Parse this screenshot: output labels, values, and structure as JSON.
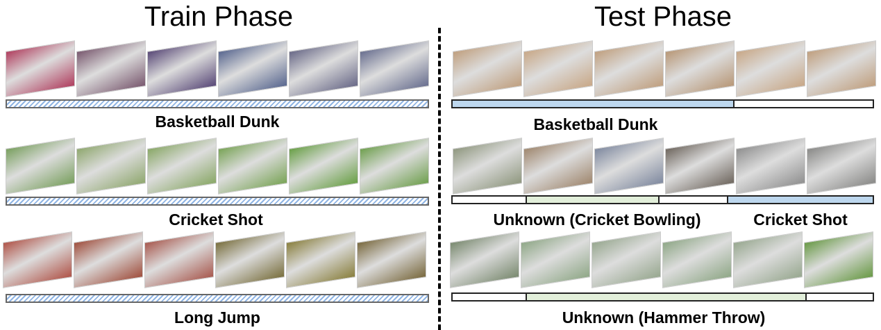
{
  "train": {
    "title": "Train Phase",
    "rows": [
      {
        "label": "Basketball Dunk",
        "frame_colors": [
          "#b04060",
          "#7a5a70",
          "#5a4a78",
          "#5a6890",
          "#6a6a88",
          "#6a7090"
        ]
      },
      {
        "label": "Cricket Shot",
        "frame_colors": [
          "#7aa060",
          "#90a870",
          "#8aa868",
          "#7aa458",
          "#6aa048",
          "#70a050"
        ]
      },
      {
        "label": "Long Jump",
        "frame_colors": [
          "#b0554a",
          "#a0503f",
          "#a85a50",
          "#7a7040",
          "#8a8040",
          "#7a6a40"
        ]
      }
    ]
  },
  "test": {
    "title": "Test Phase",
    "rows": [
      {
        "labels": [
          "Basketball Dunk"
        ],
        "frame_colors": [
          "#c0a080",
          "#c8a888",
          "#c0a080",
          "#b89878",
          "#c8a888",
          "#c0a080"
        ],
        "segments": [
          {
            "fraction": 0.667,
            "color": "#bdd7ee"
          },
          {
            "fraction": 0.333,
            "color": "#ffffff"
          }
        ]
      },
      {
        "labels": [
          "Unknown (Cricket Bowling)",
          "Cricket Shot"
        ],
        "frame_colors": [
          "#909880",
          "#a08870",
          "#808aa0",
          "#706860",
          "#909090",
          "#8a8a88"
        ],
        "segments": [
          {
            "fraction": 0.173,
            "color": "#ffffff"
          },
          {
            "fraction": 0.317,
            "color": "#e2efda"
          },
          {
            "fraction": 0.163,
            "color": "#ffffff"
          },
          {
            "fraction": 0.347,
            "color": "#bdd7ee"
          }
        ]
      },
      {
        "labels": [
          "Unknown (Hammer Throw)"
        ],
        "frame_colors": [
          "#7a8a70",
          "#90a888",
          "#98a890",
          "#90a888",
          "#98a890",
          "#6a9a48"
        ],
        "segments": [
          {
            "fraction": 0.173,
            "color": "#ffffff"
          },
          {
            "fraction": 0.666,
            "color": "#e2efda"
          },
          {
            "fraction": 0.161,
            "color": "#ffffff"
          }
        ]
      }
    ]
  }
}
